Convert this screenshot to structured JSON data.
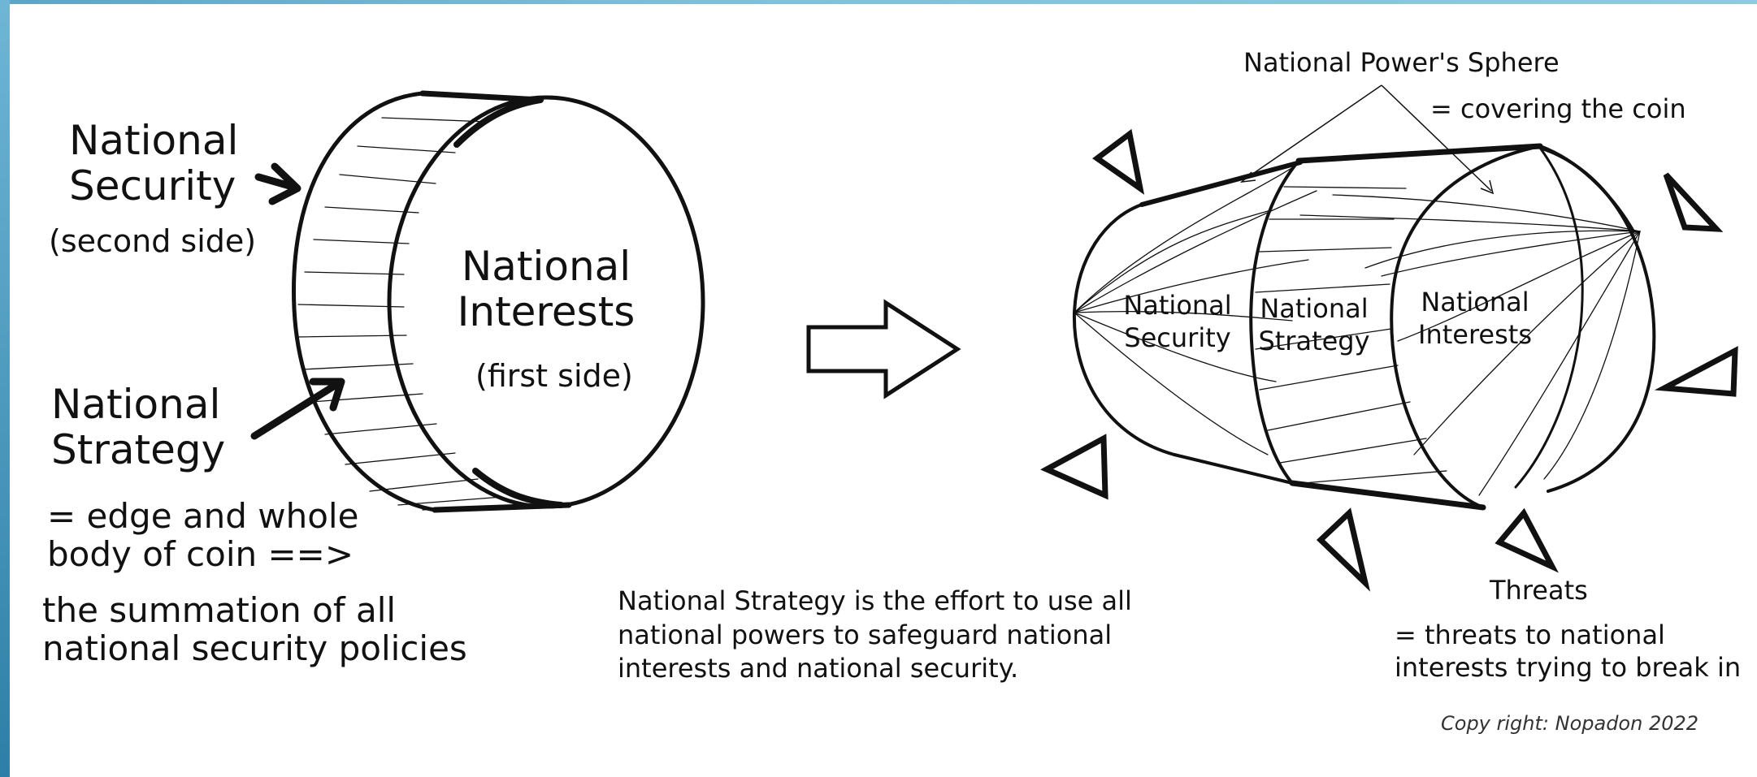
{
  "left_coin": {
    "security_title": "National\nSecurity",
    "security_sub": "(second side)",
    "strategy_title": "National\nStrategy",
    "strategy_desc": "= edge and whole\nbody of coin ==>",
    "summation": "the summation of all\nnational security policies",
    "interests_title": "National\nInterests",
    "interests_sub": "(first side)"
  },
  "definition": "National Strategy is the effort to use all\nnational powers to safeguard national\ninterests and national security.",
  "right_coin": {
    "sphere_title": "National Power's Sphere",
    "sphere_desc": "= covering the coin",
    "security": "National\nSecurity",
    "strategy": "National\nStrategy",
    "interests": "National\nInterests",
    "threats_title": "Threats",
    "threats_desc": "= threats to national\ninterests trying to break in"
  },
  "copyright": "Copy right: Nopadon 2022",
  "icons": [
    "arrow-right-icon",
    "triangle-threat-icon"
  ]
}
